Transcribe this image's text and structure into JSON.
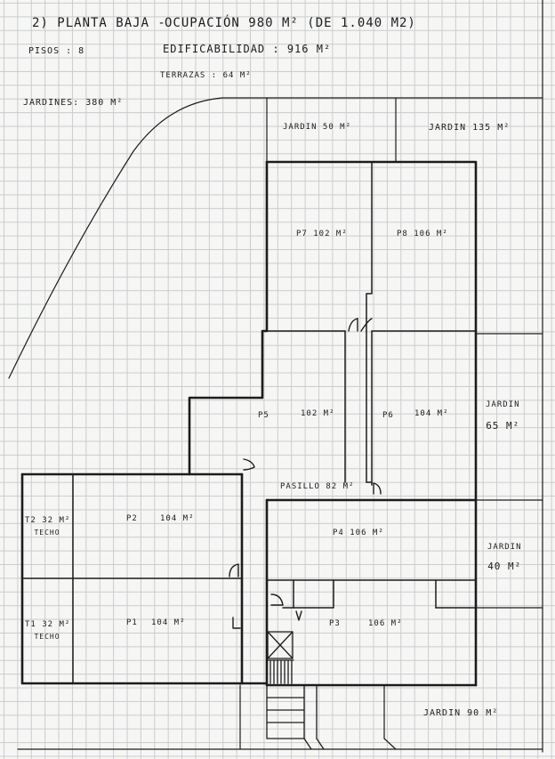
{
  "header": {
    "line1_title": "2) PLANTA BAJA -",
    "line1_ocupacion": "OCUPACIÓN  980 M²  (DE 1.040 M2)",
    "pisos": "PISOS : 8",
    "edificabilidad": "EDIFICABILIDAD :  916 M²",
    "terrazas": "TERRAZAS  :  64 M²",
    "jardines": "JARDINES: 380 M²"
  },
  "gardens": {
    "jardin_50": "JARDIN  50 M²",
    "jardin_135": "JARDIN  135 M²",
    "jardin_65_name": "JARDIN",
    "jardin_65_area": "65 M²",
    "jardin_40_name": "JARDIN",
    "jardin_40_area": "40 M²",
    "jardin_90": "JARDIN  90 M²"
  },
  "units": {
    "p7": "P7  102 M²",
    "p8": "P8  106 M²",
    "p5_name": "P5",
    "p5_area": "102 M²",
    "p6_name": "P6",
    "p6_area": "104 M²",
    "pasillo": "PASILLO 82 M²",
    "p4": "P4  106 M²",
    "p3_name": "P3",
    "p3_area": "106 M²",
    "p2_name": "P2",
    "p2_area": "104 M²",
    "p1_name": "P1",
    "p1_area": "104 M²",
    "t2_area": "T2 32 M²",
    "t2_sub": "TECHO",
    "t1_area": "T1 32 M²",
    "t1_sub": "TECHO"
  },
  "colors": {
    "ink": "#1c1c1c",
    "grid": "#c9ccd0",
    "paper": "#f6f6f4"
  }
}
